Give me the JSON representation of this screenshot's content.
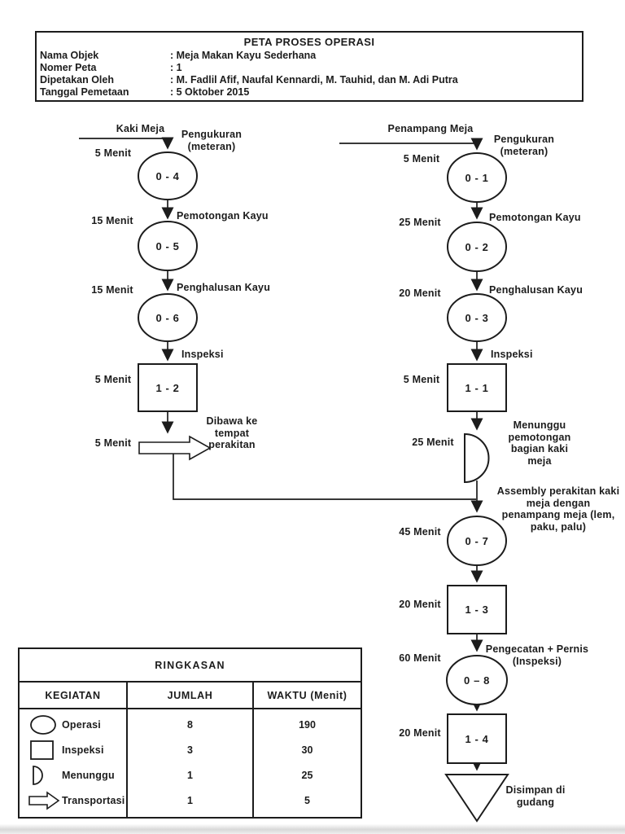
{
  "header": {
    "title": "PETA PROSES OPERASI",
    "fields": [
      {
        "label": "Nama Objek",
        "value": ": Meja Makan Kayu Sederhana"
      },
      {
        "label": "Nomer Peta",
        "value": ": 1"
      },
      {
        "label": "Dipetakan Oleh",
        "value": ": M. Fadlil Afif, Naufal Kennardi, M. Tauhid, dan M. Adi Putra"
      },
      {
        "label": "Tanggal Pemetaan",
        "value": ": 5 Oktober 2015"
      }
    ]
  },
  "flow": {
    "left": {
      "material": "Kaki Meja",
      "steps": [
        {
          "time": "5 Menit",
          "label": "Pengukuran\n(meteran)",
          "code": "0 - 4"
        },
        {
          "time": "15 Menit",
          "label": "Pemotongan Kayu",
          "code": "0 - 5"
        },
        {
          "time": "15 Menit",
          "label": "Penghalusan Kayu",
          "code": "0 - 6"
        },
        {
          "time": "5 Menit",
          "label": "Inspeksi",
          "code": "1 - 2"
        },
        {
          "time": "5 Menit",
          "label": "Dibawa ke\ntempat\nperakitan"
        }
      ]
    },
    "right": {
      "material": "Penampang Meja",
      "steps": [
        {
          "time": "5 Menit",
          "label": "Pengukuran\n(meteran)",
          "code": "0 - 1"
        },
        {
          "time": "25 Menit",
          "label": "Pemotongan Kayu",
          "code": "0 - 2"
        },
        {
          "time": "20 Menit",
          "label": "Penghalusan Kayu",
          "code": "0 - 3"
        },
        {
          "time": "5 Menit",
          "label": "Inspeksi",
          "code": "1 - 1"
        },
        {
          "time": "25 Menit",
          "label": "Menunggu\npemotongan\nbagian kaki\nmeja"
        },
        {
          "time": "45 Menit",
          "label": "Assembly perakitan kaki\nmeja dengan\npenampang meja (lem,\npaku, palu)",
          "code": "0 - 7"
        },
        {
          "time": "20 Menit",
          "code": "1 - 3"
        },
        {
          "time": "60 Menit",
          "label": "Pengecatan + Pernis\n(Inspeksi)",
          "code": "0 – 8"
        },
        {
          "time": "20 Menit",
          "code": "1 - 4"
        },
        {
          "label": "Disimpan di\ngudang"
        }
      ]
    }
  },
  "summary": {
    "title": "RINGKASAN",
    "columns": [
      "KEGIATAN",
      "JUMLAH",
      "WAKTU (Menit)"
    ],
    "rows": [
      {
        "icon": "operation-icon",
        "label": "Operasi",
        "jumlah": "8",
        "waktu": "190"
      },
      {
        "icon": "inspection-icon",
        "label": "Inspeksi",
        "jumlah": "3",
        "waktu": "30"
      },
      {
        "icon": "delay-icon",
        "label": "Menunggu",
        "jumlah": "1",
        "waktu": "25"
      },
      {
        "icon": "transport-icon",
        "label": "Transportasi",
        "jumlah": "1",
        "waktu": "5"
      }
    ]
  },
  "colors": {
    "ink": "#1c1c1c",
    "paper": "#ffffff"
  }
}
